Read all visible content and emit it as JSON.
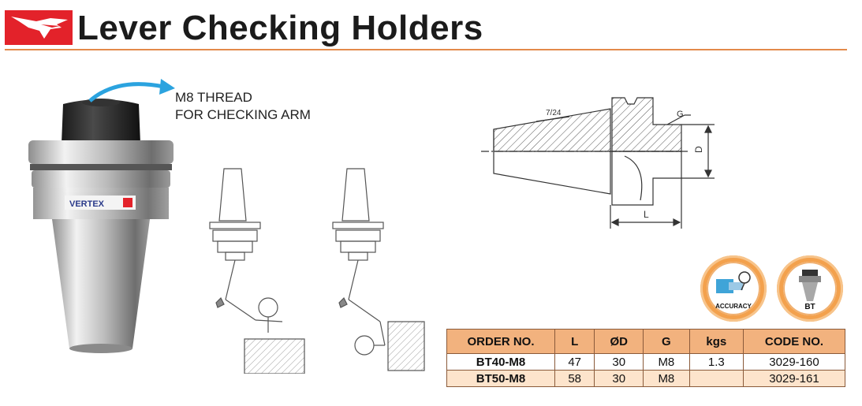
{
  "header": {
    "title": "Lever Checking Holders"
  },
  "callout": {
    "line1": "M8 THREAD",
    "line2": "FOR CHECKING ARM"
  },
  "product": {
    "brand_text": "VERTEX"
  },
  "drawing": {
    "taper_label": "7/24",
    "dim_g": "G",
    "dim_d": "D",
    "dim_l": "L"
  },
  "badges": [
    {
      "label": "ACCURACY",
      "icon": "accuracy-icon"
    },
    {
      "label": "BT",
      "icon": "bt-holder-icon"
    }
  ],
  "table": {
    "headers": [
      "ORDER NO.",
      "L",
      "ØD",
      "G",
      "kgs",
      "CODE NO."
    ],
    "rows": [
      {
        "order": "BT40-M8",
        "L": "47",
        "D": "30",
        "G": "M8",
        "kgs": "1.3",
        "code": "3029-160"
      },
      {
        "order": "BT50-M8",
        "L": "58",
        "D": "30",
        "G": "M8",
        "kgs": "",
        "code": "3029-161"
      }
    ]
  },
  "colors": {
    "brand_red": "#e3222a",
    "rule_orange": "#e38a4a",
    "header_fill": "#f2b27e",
    "row_alt": "#fde4cc",
    "arrow_blue": "#2ba3df"
  }
}
